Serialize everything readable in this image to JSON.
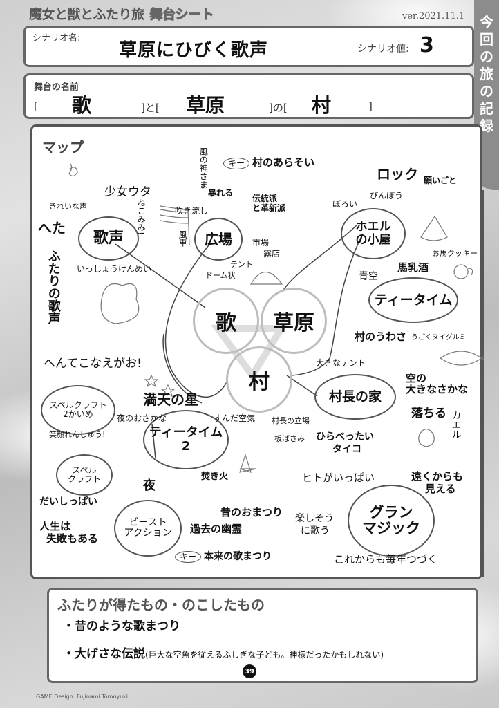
{
  "header": {
    "title": "魔女と獣とふたり旅",
    "subtitle": "舞台シート",
    "version": "ver.2021.11.1"
  },
  "side_tab": {
    "chars": [
      "今",
      "回",
      "の",
      "旅",
      "の",
      "記",
      "録"
    ],
    "label": "今回の旅の記録"
  },
  "scenario": {
    "name_label": "シナリオ名:",
    "name": "草原にひびく歌声",
    "value_label": "シナリオ値:",
    "value": "3"
  },
  "stage": {
    "label": "舞台の名前",
    "open1": "[",
    "word1": "歌",
    "mid1": "]と[",
    "word2": "草原",
    "mid2": "]の[",
    "word3": "村",
    "close": "]"
  },
  "map": {
    "title": "マップ",
    "core": [
      "歌",
      "草原",
      "村"
    ],
    "bubbles": {
      "utagoe": "歌声",
      "hiroba": "広場",
      "hoeru": [
        "ホエル",
        "の小屋"
      ],
      "teatime": "ティータイム",
      "soncho": "村長の家",
      "teatime2": [
        "ティータイム",
        "2"
      ],
      "spell1": [
        "スペルクラフト",
        "2かいめ"
      ],
      "spell2": [
        "スペル",
        "クラフト"
      ],
      "beast": [
        "ビースト",
        "アクション"
      ],
      "gran": [
        "グラン",
        "マジック"
      ]
    },
    "keys": {
      "key_label": "キー",
      "key1": "村のあらそい",
      "key2": "本来の歌まつり"
    },
    "notes": {
      "kaze_kami": "風の神さま",
      "abareru": "暴れる",
      "dentou": [
        "伝統派",
        "と革新派"
      ],
      "fukinagashi": "吹き流し",
      "fuusha": "風車",
      "shoujo": "少女ウタ",
      "kireina": "きれいな声",
      "heta": "へた",
      "nekomimi": "ねこみみ!",
      "futari": "ふたりの歌声",
      "isshou": "いっしょうけんめい",
      "ichiba": [
        "市場",
        "露店"
      ],
      "tent": [
        "テント",
        "ドーム状"
      ],
      "rock": "ロック",
      "negaigoto": "願いごと",
      "boroi": "ぼろい",
      "binbou": "びんぼう",
      "cookie": "お馬クッキー",
      "aozora": "青空",
      "bashu": "馬乳酒",
      "uwasa": "村のうわさ",
      "nuigurumi": "うごくヌイグルミ",
      "ookina_tent": "大きなテント",
      "sora_sakana": [
        "空の",
        "大きなさかな"
      ],
      "ochiru": "落ちる",
      "kaeru": "カエル",
      "hentekona": "へんてこなえがお!",
      "manten": "満天の星",
      "yoru_sakana": "夜のおさかな",
      "sunda": "すんだ空気",
      "soncho_tachiba": "村長の立場",
      "itabasami": "板ばさみ",
      "taiko": [
        "ひらべったい",
        "タイコ"
      ],
      "egao": "笑顔れんしゅう!",
      "yoru": "夜",
      "takibi": "焚き火",
      "daishippai": "だいしっぱい",
      "jinsei": [
        "人生は",
        "失敗もある"
      ],
      "mukashi": "昔のおまつり",
      "kako": "過去の幽霊",
      "hito": "ヒトがいっぱい",
      "tooku": [
        "遠くからも",
        "見える"
      ],
      "tanoshisou": [
        "楽しそう",
        "に歌う"
      ],
      "korekara": "これからも毎年つづく"
    }
  },
  "results": {
    "title": "ふたりが得たもの・のこしたもの",
    "items": [
      {
        "text": "・昔のような歌まつり",
        "note": ""
      },
      {
        "text": "・大げさな伝説",
        "note": "(巨大な空魚を従えるふしぎな子ども。神様だったかもしれない)"
      }
    ],
    "page_number": "39"
  },
  "footer": {
    "credit": "GAME Design :Fujinami Tomoyuki"
  }
}
